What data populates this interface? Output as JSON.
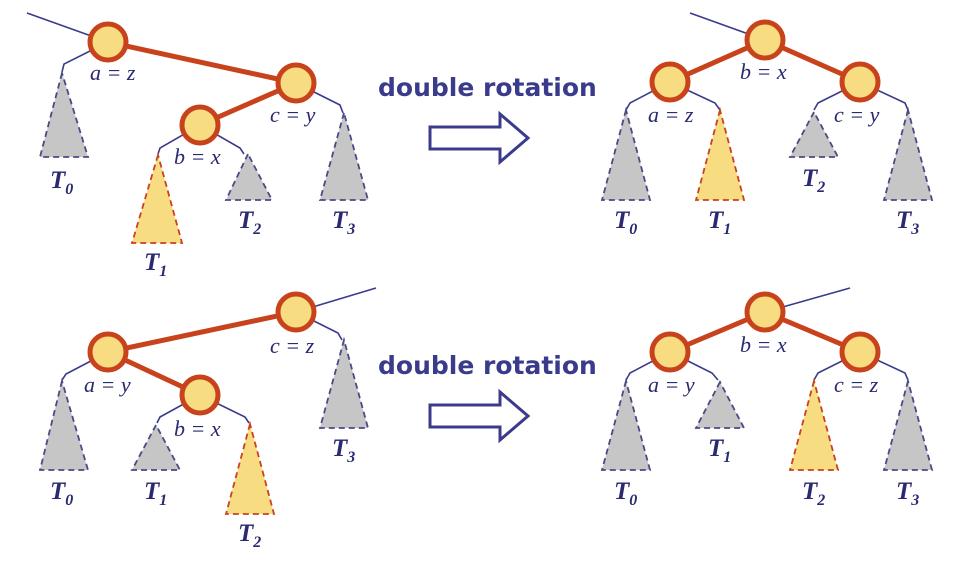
{
  "colors": {
    "node_fill": "#f7dc82",
    "node_stroke": "#c8421c",
    "heavy_edge": "#c8421c",
    "thin_edge": "#3b3b8c",
    "gray_subtree": "#c6c6c6",
    "gray_subtree_stroke": "#4a4a86",
    "yellow_subtree": "#f7dc82",
    "yellow_subtree_stroke": "#c8421c",
    "arrow": "#3b3b8c",
    "text": "#2a2a72"
  },
  "diagrams": [
    {
      "caption": "double rotation",
      "before": {
        "nodes": [
          {
            "label": "a = z"
          },
          {
            "label": "c = y"
          },
          {
            "label": "b = x"
          }
        ],
        "subtrees": [
          {
            "label": "T0",
            "base": "T",
            "sub": "0",
            "color": "gray"
          },
          {
            "label": "T1",
            "base": "T",
            "sub": "1",
            "color": "yellow"
          },
          {
            "label": "T2",
            "base": "T",
            "sub": "2",
            "color": "gray"
          },
          {
            "label": "T3",
            "base": "T",
            "sub": "3",
            "color": "gray"
          }
        ]
      },
      "after": {
        "nodes": [
          {
            "label": "b = x"
          },
          {
            "label": "a = z"
          },
          {
            "label": "c = y"
          }
        ],
        "subtrees": [
          {
            "label": "T0",
            "base": "T",
            "sub": "0",
            "color": "gray"
          },
          {
            "label": "T1",
            "base": "T",
            "sub": "1",
            "color": "yellow"
          },
          {
            "label": "T2",
            "base": "T",
            "sub": "2",
            "color": "gray"
          },
          {
            "label": "T3",
            "base": "T",
            "sub": "3",
            "color": "gray"
          }
        ]
      }
    },
    {
      "caption": "double rotation",
      "before": {
        "nodes": [
          {
            "label": "c = z"
          },
          {
            "label": "a = y"
          },
          {
            "label": "b = x"
          }
        ],
        "subtrees": [
          {
            "label": "T0",
            "base": "T",
            "sub": "0",
            "color": "gray"
          },
          {
            "label": "T1",
            "base": "T",
            "sub": "1",
            "color": "gray"
          },
          {
            "label": "T2",
            "base": "T",
            "sub": "2",
            "color": "yellow"
          },
          {
            "label": "T3",
            "base": "T",
            "sub": "3",
            "color": "gray"
          }
        ]
      },
      "after": {
        "nodes": [
          {
            "label": "b = x"
          },
          {
            "label": "a = y"
          },
          {
            "label": "c = z"
          }
        ],
        "subtrees": [
          {
            "label": "T0",
            "base": "T",
            "sub": "0",
            "color": "gray"
          },
          {
            "label": "T1",
            "base": "T",
            "sub": "1",
            "color": "gray"
          },
          {
            "label": "T2",
            "base": "T",
            "sub": "2",
            "color": "yellow"
          },
          {
            "label": "T3",
            "base": "T",
            "sub": "3",
            "color": "gray"
          }
        ]
      }
    }
  ]
}
